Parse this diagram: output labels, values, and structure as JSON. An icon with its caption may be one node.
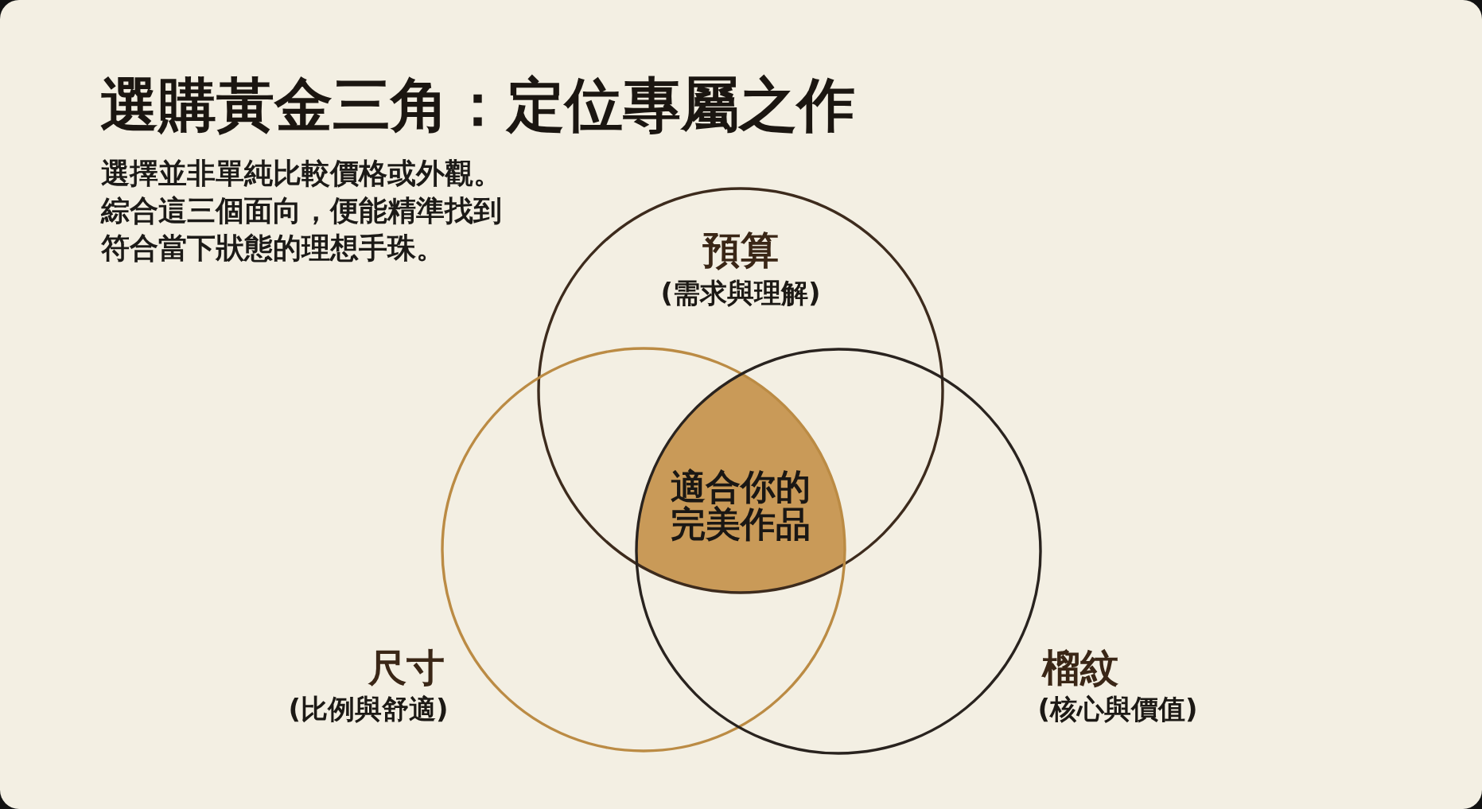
{
  "diagram": {
    "title": "選購黃金三角：定位專屬之作",
    "nodes": [
      {
        "text": [
          "預算",
          "(需求與理解)"
        ]
      },
      {
        "text": [
          "適合你的完美作品"
        ]
      },
      {
        "text": [
          "尺寸",
          "(比例與舒適)"
        ]
      },
      {
        "text": [
          "榴紋",
          "(核心與價值)"
        ]
      }
    ],
    "labels": [
      "選擇並非單純比較價格或外觀。綜合這三個面向，便能精準找到符合當下狀態的理想手珠。"
    ]
  }
}
